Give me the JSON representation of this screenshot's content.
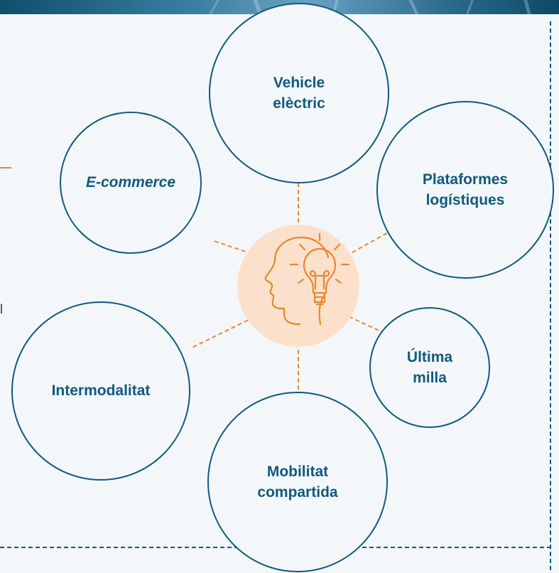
{
  "diagram": {
    "center": {
      "icon": "head-with-lightbulb-icon"
    },
    "nodes": [
      {
        "label": "Vehicle\nelèctric"
      },
      {
        "label": "E-commerce"
      },
      {
        "label": "Plataformes\nlogístiques"
      },
      {
        "label": "Última\nmilla"
      },
      {
        "label": "Intermodalitat"
      },
      {
        "label": "Mobilitat\ncompartida"
      }
    ],
    "clipped_text": "l"
  },
  "colors": {
    "node_border": "#0f5a7e",
    "node_text": "#0f5a7e",
    "connector": "#e8872c",
    "hub_fill": "#fbe1cc",
    "frame": "#0f5a7e",
    "background": "#f4f7fa"
  }
}
